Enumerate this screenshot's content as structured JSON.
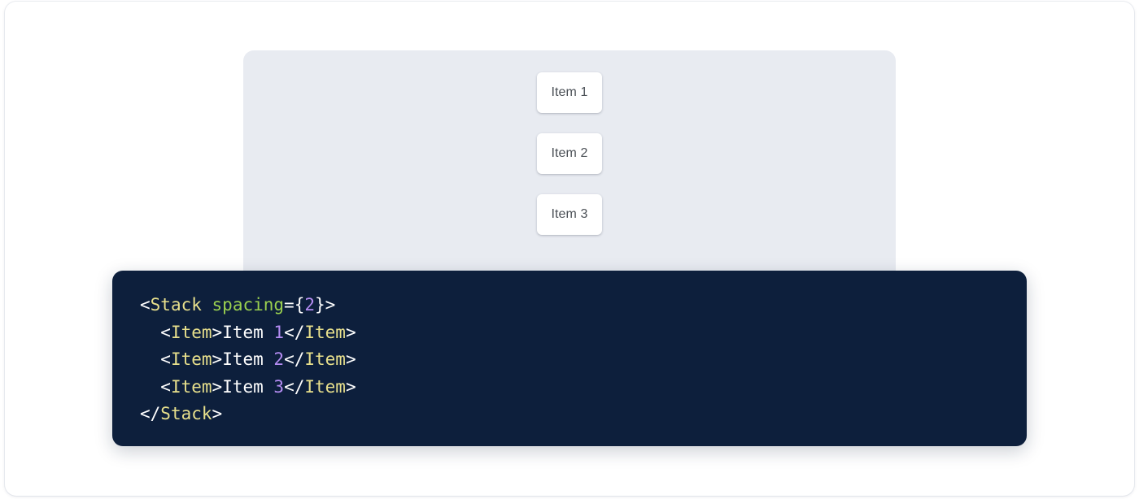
{
  "preview": {
    "panel_background": "#e8ebf1",
    "items": [
      {
        "label": "Item 1"
      },
      {
        "label": "Item 2"
      },
      {
        "label": "Item 3"
      }
    ]
  },
  "code_panel": {
    "background": "#0d1f3c",
    "language": "jsx",
    "colors": {
      "punctuation": "#ffffff",
      "tag": "#e8e08c",
      "attribute": "#9ad04f",
      "number": "#b48cf2",
      "text": "#ffffff"
    },
    "raw": "<Stack spacing={2}>\n  <Item>Item 1</Item>\n  <Item>Item 2</Item>\n  <Item>Item 3</Item>\n</Stack>",
    "lines": [
      {
        "indent": "",
        "tokens": [
          {
            "t": "punct",
            "v": "<"
          },
          {
            "t": "tag",
            "v": "Stack"
          },
          {
            "t": "text",
            "v": " "
          },
          {
            "t": "attr",
            "v": "spacing"
          },
          {
            "t": "punct",
            "v": "={"
          },
          {
            "t": "num",
            "v": "2"
          },
          {
            "t": "punct",
            "v": "}>"
          }
        ]
      },
      {
        "indent": "  ",
        "tokens": [
          {
            "t": "punct",
            "v": "<"
          },
          {
            "t": "tag",
            "v": "Item"
          },
          {
            "t": "punct",
            "v": ">"
          },
          {
            "t": "text",
            "v": "Item "
          },
          {
            "t": "num",
            "v": "1"
          },
          {
            "t": "punct",
            "v": "</"
          },
          {
            "t": "tag",
            "v": "Item"
          },
          {
            "t": "punct",
            "v": ">"
          }
        ]
      },
      {
        "indent": "  ",
        "tokens": [
          {
            "t": "punct",
            "v": "<"
          },
          {
            "t": "tag",
            "v": "Item"
          },
          {
            "t": "punct",
            "v": ">"
          },
          {
            "t": "text",
            "v": "Item "
          },
          {
            "t": "num",
            "v": "2"
          },
          {
            "t": "punct",
            "v": "</"
          },
          {
            "t": "tag",
            "v": "Item"
          },
          {
            "t": "punct",
            "v": ">"
          }
        ]
      },
      {
        "indent": "  ",
        "tokens": [
          {
            "t": "punct",
            "v": "<"
          },
          {
            "t": "tag",
            "v": "Item"
          },
          {
            "t": "punct",
            "v": ">"
          },
          {
            "t": "text",
            "v": "Item "
          },
          {
            "t": "num",
            "v": "3"
          },
          {
            "t": "punct",
            "v": "</"
          },
          {
            "t": "tag",
            "v": "Item"
          },
          {
            "t": "punct",
            "v": ">"
          }
        ]
      },
      {
        "indent": "",
        "tokens": [
          {
            "t": "punct",
            "v": "</"
          },
          {
            "t": "tag",
            "v": "Stack"
          },
          {
            "t": "punct",
            "v": ">"
          }
        ]
      }
    ]
  }
}
